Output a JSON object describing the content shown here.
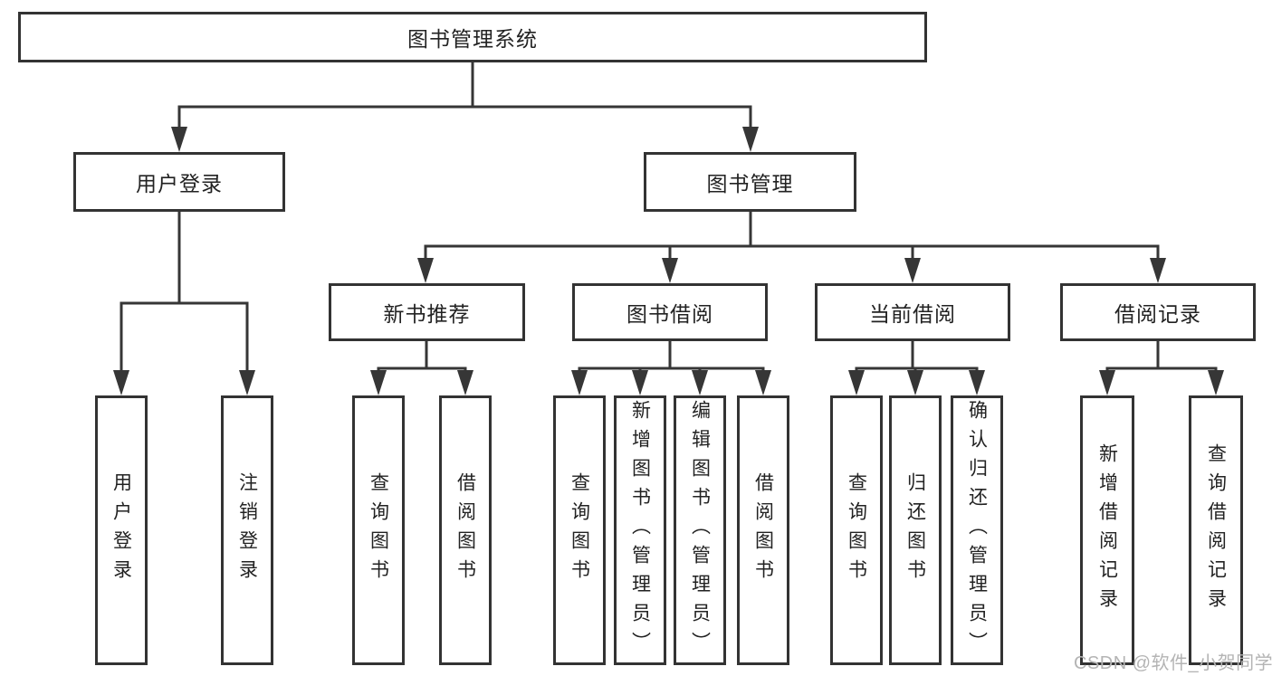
{
  "diagram": {
    "root": {
      "label": "图书管理系统"
    },
    "branches": [
      {
        "label": "用户登录",
        "children": [
          {
            "label": "用户登录"
          },
          {
            "label": "注销登录"
          }
        ]
      },
      {
        "label": "图书管理",
        "children": [
          {
            "label": "新书推荐",
            "children": [
              {
                "label": "查询图书"
              },
              {
                "label": "借阅图书"
              }
            ]
          },
          {
            "label": "图书借阅",
            "children": [
              {
                "label": "查询图书"
              },
              {
                "label": "新增图书（管理员）"
              },
              {
                "label": "编辑图书（管理员）"
              },
              {
                "label": "借阅图书"
              }
            ]
          },
          {
            "label": "当前借阅",
            "children": [
              {
                "label": "查询图书"
              },
              {
                "label": "归还图书"
              },
              {
                "label": "确认归还（管理员）"
              }
            ]
          },
          {
            "label": "借阅记录",
            "children": [
              {
                "label": "新增借阅记录"
              },
              {
                "label": "查询借阅记录"
              }
            ]
          }
        ]
      }
    ]
  },
  "watermark": {
    "text": "CSDN @软件_小贺同学"
  },
  "colors": {
    "line": "#363636",
    "border": "#333333",
    "text": "#222222",
    "watermark": "#b4b4b4",
    "background": "#ffffff"
  }
}
